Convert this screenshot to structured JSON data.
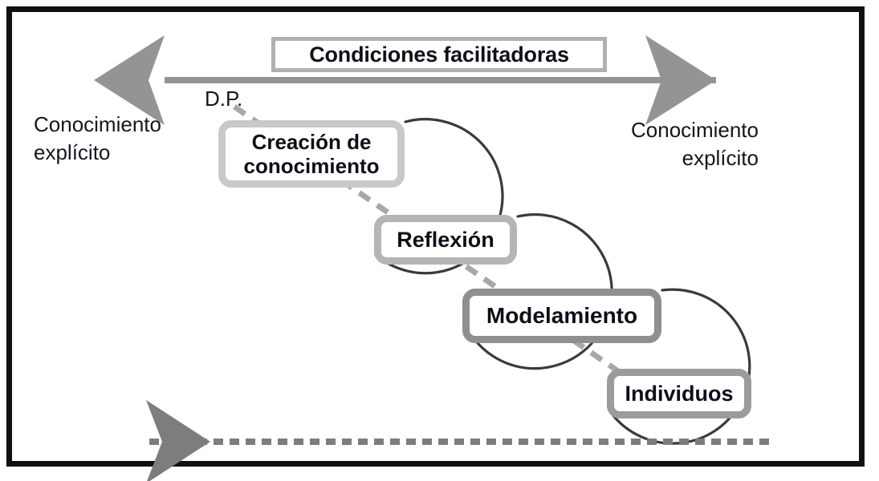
{
  "diagram": {
    "title": "Condiciones facilitadoras",
    "dp_label": "D.P.",
    "left_label": "Conocimiento explícito",
    "right_label": "Conocimiento explícito",
    "nodes": [
      {
        "label": "Creación de conocimiento",
        "order": 1
      },
      {
        "label": "Reflexión",
        "order": 2
      },
      {
        "label": "Modelamiento",
        "order": 3
      },
      {
        "label": "Individuos",
        "order": 4
      }
    ],
    "colors": {
      "frame_border": "#101010",
      "title_border": "#b0b0b0",
      "arrow_gray": "#949494",
      "dashed_gray": "#a8a8a8",
      "arc_dark": "#3a3a3a",
      "text_dark": "#15151f",
      "node_border_1": "#c9c9c9",
      "node_border_2": "#b5b5b5",
      "node_border_3": "#8f8f8f",
      "node_border_4": "#9b9b9b"
    },
    "connectors": {
      "top_arrow": "double-headed horizontal arrow spanning the facilitating-conditions band",
      "bottom_arrow": "dashed arrow pointing left",
      "diagonal": "dashed diagonal line labeled D.P."
    }
  }
}
